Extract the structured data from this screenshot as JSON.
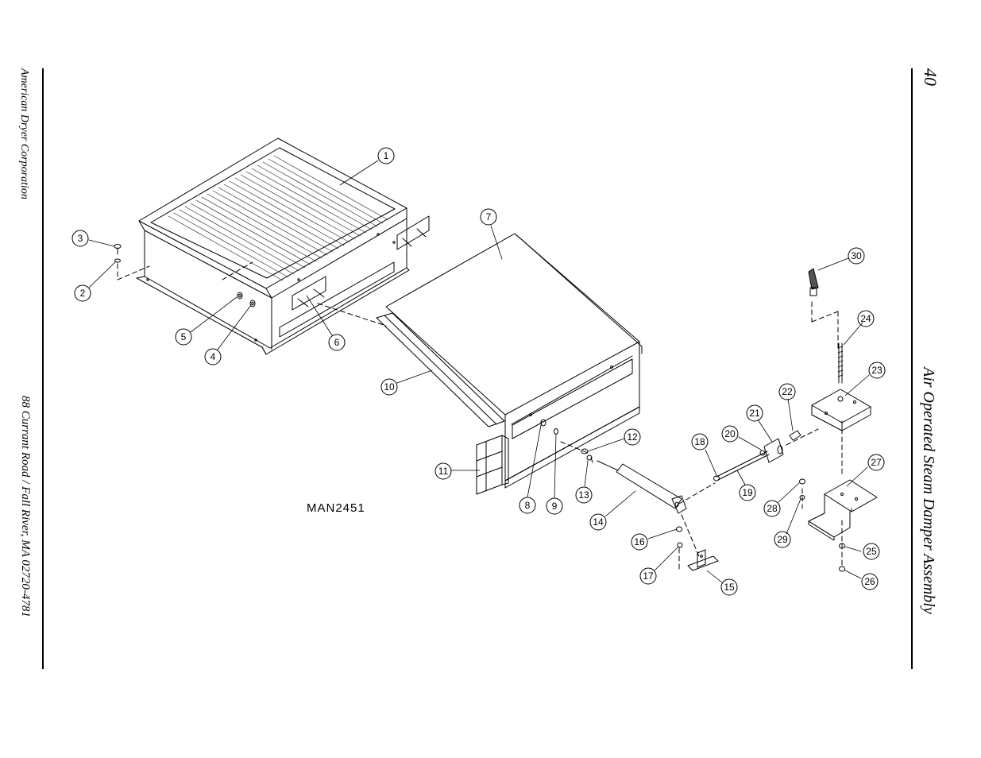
{
  "page": {
    "number": "40",
    "title": "Air Operated Steam Damper Assembly",
    "company": "American Dryer Corporation",
    "address": "88 Currant Road / Fall River, MA 02720-4781"
  },
  "drawing": {
    "id": "MAN2451",
    "parts": [
      {
        "num": "1"
      },
      {
        "num": "2"
      },
      {
        "num": "3"
      },
      {
        "num": "4"
      },
      {
        "num": "5"
      },
      {
        "num": "6"
      },
      {
        "num": "7"
      },
      {
        "num": "8"
      },
      {
        "num": "9"
      },
      {
        "num": "10"
      },
      {
        "num": "11"
      },
      {
        "num": "12"
      },
      {
        "num": "13"
      },
      {
        "num": "14"
      },
      {
        "num": "15"
      },
      {
        "num": "16"
      },
      {
        "num": "17"
      },
      {
        "num": "18"
      },
      {
        "num": "19"
      },
      {
        "num": "20"
      },
      {
        "num": "21"
      },
      {
        "num": "22"
      },
      {
        "num": "23"
      },
      {
        "num": "24"
      },
      {
        "num": "25"
      },
      {
        "num": "26"
      },
      {
        "num": "27"
      },
      {
        "num": "28"
      },
      {
        "num": "29"
      },
      {
        "num": "30"
      }
    ]
  }
}
